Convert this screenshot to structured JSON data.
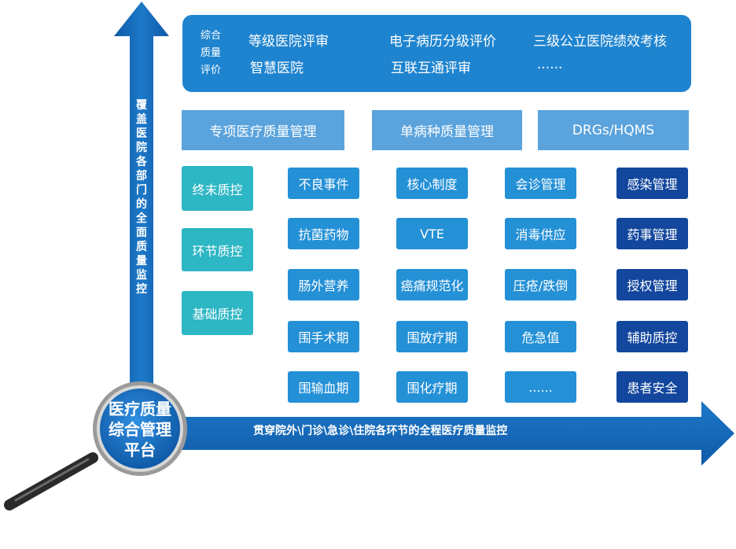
{
  "top_panel": {
    "label": [
      "综合",
      "质量",
      "评价"
    ],
    "items": [
      "等级医院评审",
      "电子病历分级评价",
      "三级公立医院绩效考核",
      "智慧医院",
      "互联互通评审",
      "......"
    ]
  },
  "categories": [
    "专项医疗质量管理",
    "单病种质量管理",
    "DRGs/HQMS"
  ],
  "control_levels": [
    "终末质控",
    "环节质控",
    "基础质控"
  ],
  "columns": [
    [
      "不良事件",
      "抗菌药物",
      "肠外营养",
      "围手术期",
      "围输血期"
    ],
    [
      "核心制度",
      "VTE",
      "癌痛规范化",
      "围放疗期",
      "围化疗期"
    ],
    [
      "会诊管理",
      "消毒供应",
      "压疮/跌倒",
      "危急值",
      "......"
    ],
    [
      "感染管理",
      "药事管理",
      "授权管理",
      "辅助质控",
      "患者安全"
    ]
  ],
  "vertical_axis_label": [
    "覆",
    "盖",
    "医",
    "院",
    "各",
    "部",
    "门",
    "的",
    "全",
    "面",
    "质",
    "量",
    "监",
    "控"
  ],
  "horizontal_axis_label": "贯穿院外\\门诊\\急诊\\住院各环节的全程医疗质量监控",
  "platform": [
    "医疗质量",
    "综合管理",
    "平台"
  ],
  "colors": {
    "panel": "#1f84cf",
    "category": "#5aa3dd",
    "teal": "#2db6c4",
    "blue": "#2490d6",
    "navy": "#13479d",
    "arrow": "#1565b8"
  }
}
